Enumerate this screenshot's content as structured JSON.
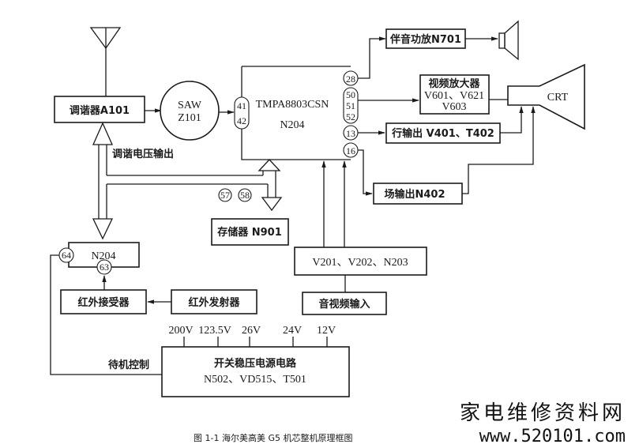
{
  "diagram": {
    "blocks": {
      "tuner": "调谐器A101",
      "saw_line1": "SAW",
      "saw_line2": "Z101",
      "main_ic_line1": "TMPA8803CSN",
      "main_ic_line2": "N204",
      "audio_amp": "伴音功放N701",
      "video_amp_line1": "视频放大器",
      "video_amp_line2": "V601、V621",
      "video_amp_line3": "V603",
      "crt": "CRT",
      "h_output": "行输出 V401、T402",
      "v_output": "场输出N402",
      "memory": "存储器 N901",
      "av_switch": "V201、V202、N203",
      "av_input": "音视频输入",
      "n204_small": "N204",
      "ir_receiver": "红外接受器",
      "ir_transmitter": "红外发射器",
      "psu_line1": "开关稳压电源电路",
      "psu_line2": "N502、VD515、T501"
    },
    "labels": {
      "tuning_voltage": "调谐电压输出",
      "standby_control": "待机控制"
    },
    "pins": {
      "p41": "41",
      "p42": "42",
      "p28": "28",
      "p50": "50",
      "p51": "51",
      "p52": "52",
      "p13": "13",
      "p16": "16",
      "p57": "57",
      "p58": "58",
      "p64": "64",
      "p63": "63"
    },
    "voltages": [
      "200V",
      "123.5V",
      "26V",
      "24V",
      "12V"
    ],
    "icons": [
      "antenna-icon",
      "speaker-icon",
      "crt-tube-icon"
    ]
  },
  "caption": {
    "text": "图 1-1   海尔美高美 G5 机芯整机原理框图",
    "watermark_cn": "家电维修资料网",
    "watermark_url": "www.520101.com"
  }
}
